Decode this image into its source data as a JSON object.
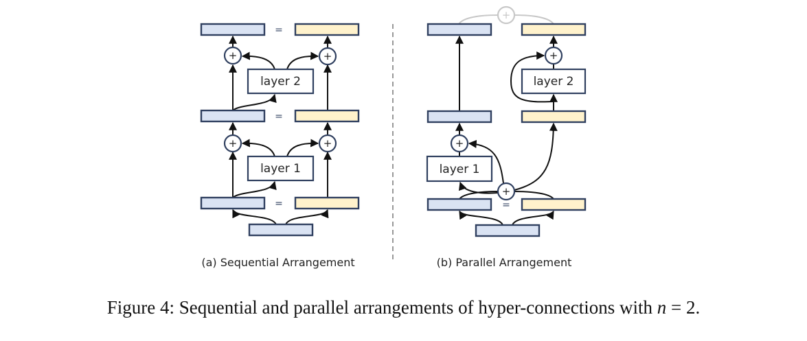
{
  "panel_a": {
    "subcaption": "(a) Sequential Arrangement",
    "layers": [
      "layer 2",
      "layer 1"
    ],
    "equals_sign": "=",
    "plus_sign": "+"
  },
  "panel_b": {
    "subcaption": "(b) Parallel Arrangement",
    "layers": [
      "layer 1",
      "layer 2"
    ],
    "equals_sign": "=",
    "plus_sign": "+"
  },
  "caption": {
    "prefix": "Figure 4: Sequential and parallel arrangements of hyper-connections with ",
    "math_var": "n",
    "math_rest": " = 2."
  },
  "colors": {
    "stream_blue": "#DAE3F3",
    "stream_yellow": "#FFF2CC",
    "border": "#2F3F5F",
    "inactive": "#C8C8C8"
  }
}
